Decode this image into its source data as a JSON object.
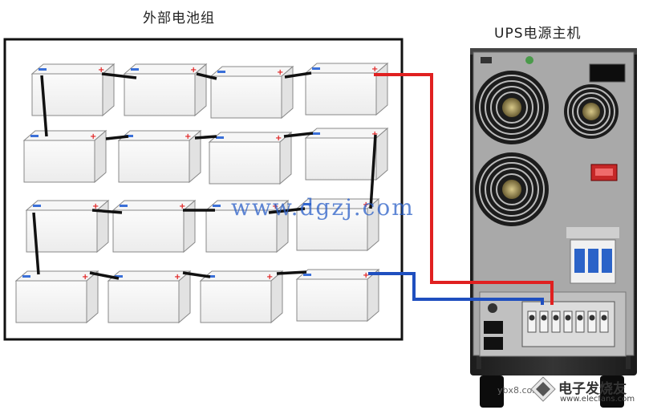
{
  "labels": {
    "battery_group": "外部电池组",
    "ups_host": "UPS电源主机"
  },
  "watermark": "www.dgzj.com",
  "logo": {
    "brand_cn": "电子发烧友",
    "brand_url": "www.elecfans.com",
    "corner_text": "ybx8.com"
  },
  "colors": {
    "positive_wire": "#e02020",
    "negative_wire": "#1f4fbf",
    "link_wire": "#111111"
  }
}
